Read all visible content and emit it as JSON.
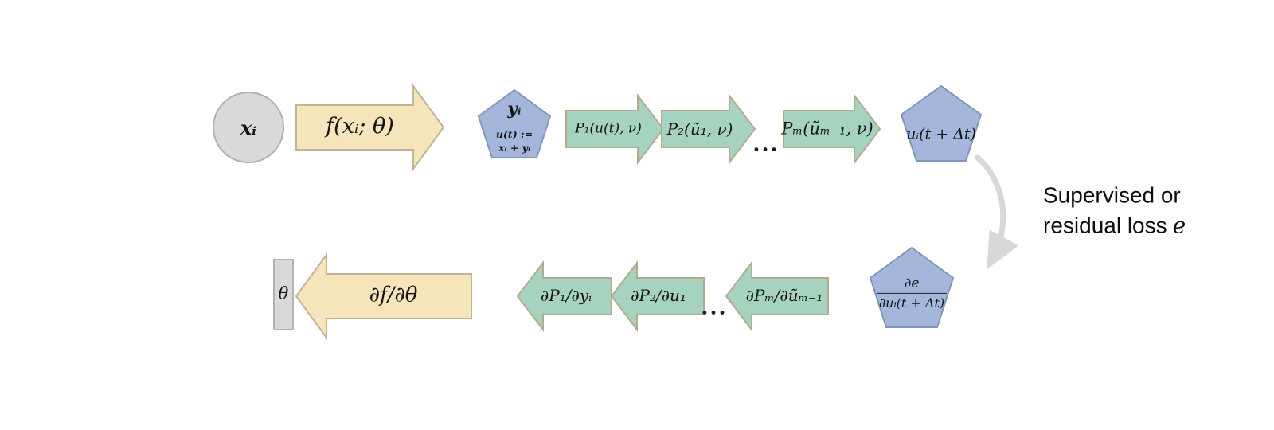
{
  "diagram": {
    "top_row": {
      "input_circle": {
        "label": "xᵢ"
      },
      "f_arrow": {
        "label": "f(xᵢ; θ)"
      },
      "y_pentagon": {
        "title": "yᵢ",
        "line1": "u(t) :=",
        "line2": "xᵢ + yᵢ"
      },
      "p1_arrow": {
        "label": "P₁(u(t), ν)"
      },
      "p2_arrow": {
        "label": "P₂(ũ₁, ν)"
      },
      "dots": "...",
      "pm_arrow": {
        "label": "Pₘ(ũₘ₋₁, ν)"
      },
      "u_pentagon": {
        "label": "uᵢ(t + Δt)"
      }
    },
    "loss_note": {
      "line1": "Supervised or",
      "line2_prefix": "residual loss",
      "e_symbol": "e"
    },
    "bottom_row": {
      "grad_pentagon": {
        "numerator": "∂e",
        "denominator": "∂uᵢ(t + Δt)"
      },
      "dpm_arrow": {
        "label": "∂Pₘ/∂ũₘ₋₁"
      },
      "dots": "...",
      "dp2_arrow": {
        "label": "∂P₂/∂u₁"
      },
      "dp1_arrow": {
        "label": "∂P₁/∂yᵢ"
      },
      "df_arrow": {
        "label": "∂f/∂θ"
      },
      "theta_rect": {
        "label": "θ"
      }
    },
    "colors": {
      "yellow_fill": "#f6e4bb",
      "yellow_stroke": "#bdb49a",
      "green_fill": "#a6d3c0",
      "green_stroke": "#b3ab8e",
      "blue_fill": "#a4b7db",
      "blue_stroke": "#8194bc",
      "gray_fill": "#d9d9d9",
      "gray_stroke": "#b1b1b1",
      "flow_arrow": "#d8d8d8",
      "text": "#141414"
    }
  }
}
